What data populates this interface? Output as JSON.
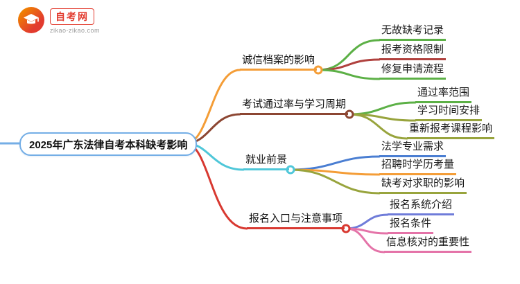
{
  "logo": {
    "name": "自考网",
    "domain": "zikao-zikao.com",
    "brand_color": "#e23b2e"
  },
  "colors": {
    "root": "#3f87d6",
    "rootline": "#74aee6",
    "orange": "#f49d37",
    "green": "#5cb046",
    "crimson": "#b0413e",
    "maroon": "#8c4632",
    "cyan": "#4fc7d9",
    "olive": "#98a43d",
    "blue": "#4a7ed2",
    "indigo": "#6f7cd9",
    "red": "#d83931",
    "pink": "#e473a8"
  },
  "mindmap": {
    "root": {
      "label": "2025年广东法律自考本科缺考影响",
      "color": "root"
    },
    "branches": [
      {
        "label": "诚信档案的影响",
        "color": "orange",
        "children": [
          {
            "label": "无故缺考记录",
            "color": "green"
          },
          {
            "label": "报考资格限制",
            "color": "crimson"
          },
          {
            "label": "修复申请流程",
            "color": "green"
          }
        ]
      },
      {
        "label": "考试通过率与学习周期",
        "color": "maroon",
        "children": [
          {
            "label": "通过率范围",
            "color": "green"
          },
          {
            "label": "学习时间安排",
            "color": "olive"
          },
          {
            "label": "重新报考课程影响",
            "color": "olive"
          }
        ]
      },
      {
        "label": "就业前景",
        "color": "cyan",
        "children": [
          {
            "label": "法学专业需求",
            "color": "blue"
          },
          {
            "label": "招聘时学历考量",
            "color": "orange"
          },
          {
            "label": "缺考对求职的影响",
            "color": "olive"
          }
        ]
      },
      {
        "label": "报名入口与注意事项",
        "color": "red",
        "children": [
          {
            "label": "报名系统介绍",
            "color": "indigo"
          },
          {
            "label": "报名条件",
            "color": "pink"
          },
          {
            "label": "信息核对的重要性",
            "color": "pink"
          }
        ]
      }
    ]
  }
}
